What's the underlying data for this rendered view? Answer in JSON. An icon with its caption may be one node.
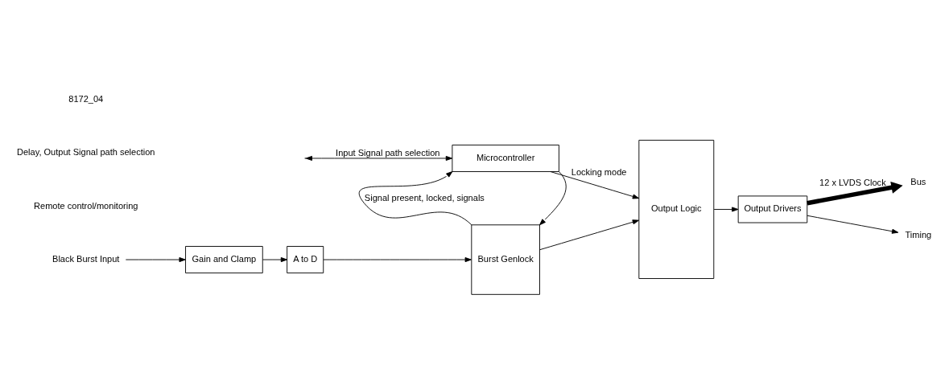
{
  "diagram": {
    "nodes": [
      {
        "text": [
          "Black Burst Input"
        ]
      },
      {
        "text": [
          "Gain and Clamp"
        ]
      },
      {
        "text": [
          "A to D"
        ]
      },
      {
        "text": [
          "Burst Genlock"
        ]
      },
      {
        "text": [
          "Output Logic"
        ]
      },
      {
        "text": [
          "Output Drivers"
        ]
      },
      {
        "text": [
          "Bus"
        ]
      },
      {
        "text": [
          "Timing"
        ]
      },
      {
        "text": [
          "Microcontroller"
        ]
      }
    ],
    "edges": [
      {
        "from": 0,
        "to": 1,
        "arrow": "to"
      },
      {
        "from": 1,
        "to": 2,
        "arrow": "to"
      },
      {
        "from": 2,
        "to": 3,
        "arrow": "to"
      },
      {
        "from": 3,
        "to": 4,
        "arrow": "to"
      },
      {
        "from": 4,
        "to": 5,
        "arrow": "to"
      },
      {
        "from": 5,
        "to": 6,
        "arrow": "to",
        "style": "thick",
        "label": "12 x LVDS Clock"
      },
      {
        "from": 5,
        "to": 7,
        "arrow": "to"
      },
      {
        "from": 3,
        "to": 8,
        "arrow": "to",
        "label": "Signal present, locked, signals"
      },
      {
        "from": 8,
        "to": 3,
        "arrow": "to"
      },
      {
        "from": 8,
        "to": 4,
        "arrow": "to",
        "label": "Locking mode"
      },
      {
        "from": null,
        "to": 8,
        "arrow": "both",
        "label": "Input Signal path selection"
      }
    ],
    "labels": [
      "Remote control/monitoring",
      "Delay, Output Signal path selection",
      "8172_04"
    ]
  }
}
